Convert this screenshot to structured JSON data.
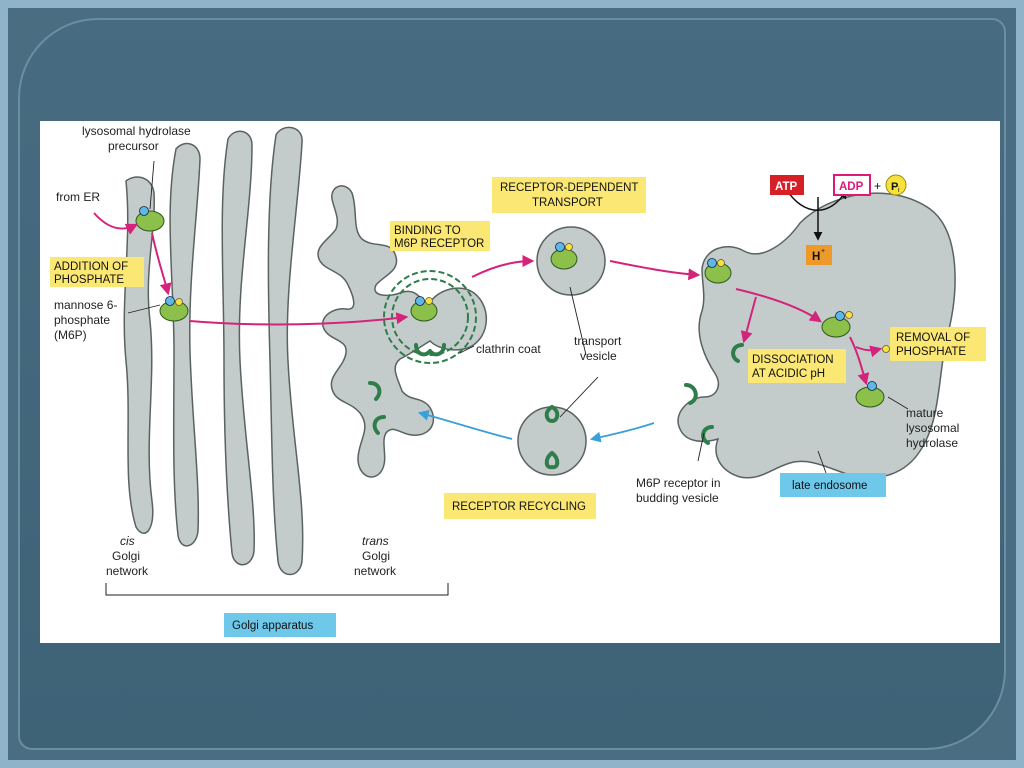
{
  "labels": {
    "hydrolase_precursor_1": "lysosomal hydrolase",
    "hydrolase_precursor_2": "precursor",
    "from_er": "from ER",
    "addition_1": "ADDITION OF",
    "addition_2": "PHOSPHATE",
    "m6p_1": "mannose 6-",
    "m6p_2": "phosphate",
    "m6p_3": "(M6P)",
    "binding_1": "BINDING TO",
    "binding_2": "M6P RECEPTOR",
    "receptor_transport_1": "RECEPTOR-DEPENDENT",
    "receptor_transport_2": "TRANSPORT",
    "clathrin": "clathrin coat",
    "transport_vesicle_1": "transport",
    "transport_vesicle_2": "vesicle",
    "atp": "ATP",
    "adp": "ADP",
    "plus": "+",
    "pi": "P",
    "pi_sub": "i",
    "h_plus": "H",
    "h_sup": "+",
    "removal_1": "REMOVAL OF",
    "removal_2": "PHOSPHATE",
    "dissociation_1": "DISSOCIATION",
    "dissociation_2": "AT ACIDIC pH",
    "mature_1": "mature",
    "mature_2": "lysosomal",
    "mature_3": "hydrolase",
    "late_endosome": "late endosome",
    "m6p_receptor_1": "M6P receptor in",
    "m6p_receptor_2": "budding vesicle",
    "recycling": "RECEPTOR RECYCLING",
    "cis_1": "cis",
    "cis_2": "Golgi",
    "cis_3": "network",
    "trans_1": "trans",
    "trans_2": "Golgi",
    "trans_3": "network",
    "golgi_apparatus": "Golgi apparatus"
  },
  "colors": {
    "membrane_fill": "#c4cccb",
    "membrane_stroke": "#5a6262",
    "magenta_arrow": "#d4237a",
    "blue_arrow": "#3aa0d8",
    "receptor_green": "#2e7d4a",
    "hydrolase_green": "#8cc04a",
    "yellow_box": "#fbe874",
    "cyan_box": "#6ec8ea",
    "atp_red": "#d71f26",
    "adp_pink": "#e0187a",
    "h_orange": "#ee9a2a"
  }
}
